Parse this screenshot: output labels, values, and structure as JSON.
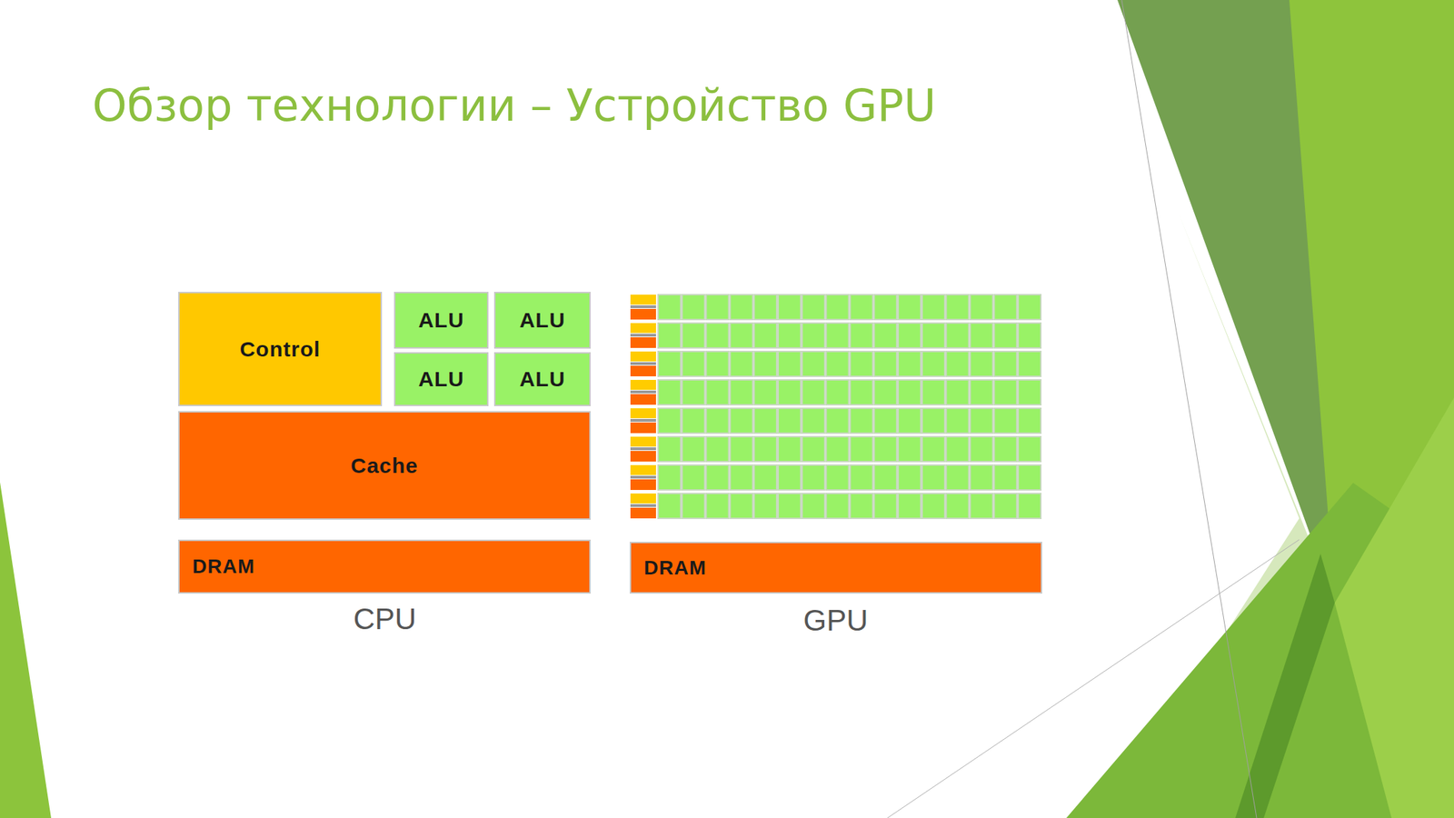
{
  "diagram": {
    "title": "Обзор технологии – Устройство GPU",
    "nodes": [
      {
        "text": [
          "Control"
        ]
      },
      {
        "text": [
          "ALU"
        ]
      },
      {
        "text": [
          "ALU"
        ]
      },
      {
        "text": [
          "ALU"
        ]
      },
      {
        "text": [
          "ALU"
        ]
      },
      {
        "text": [
          "Cache"
        ]
      },
      {
        "text": [
          "DRAM"
        ]
      },
      {
        "text": [
          "DRAM"
        ]
      }
    ],
    "labels": [
      "CPU",
      "GPU"
    ]
  }
}
